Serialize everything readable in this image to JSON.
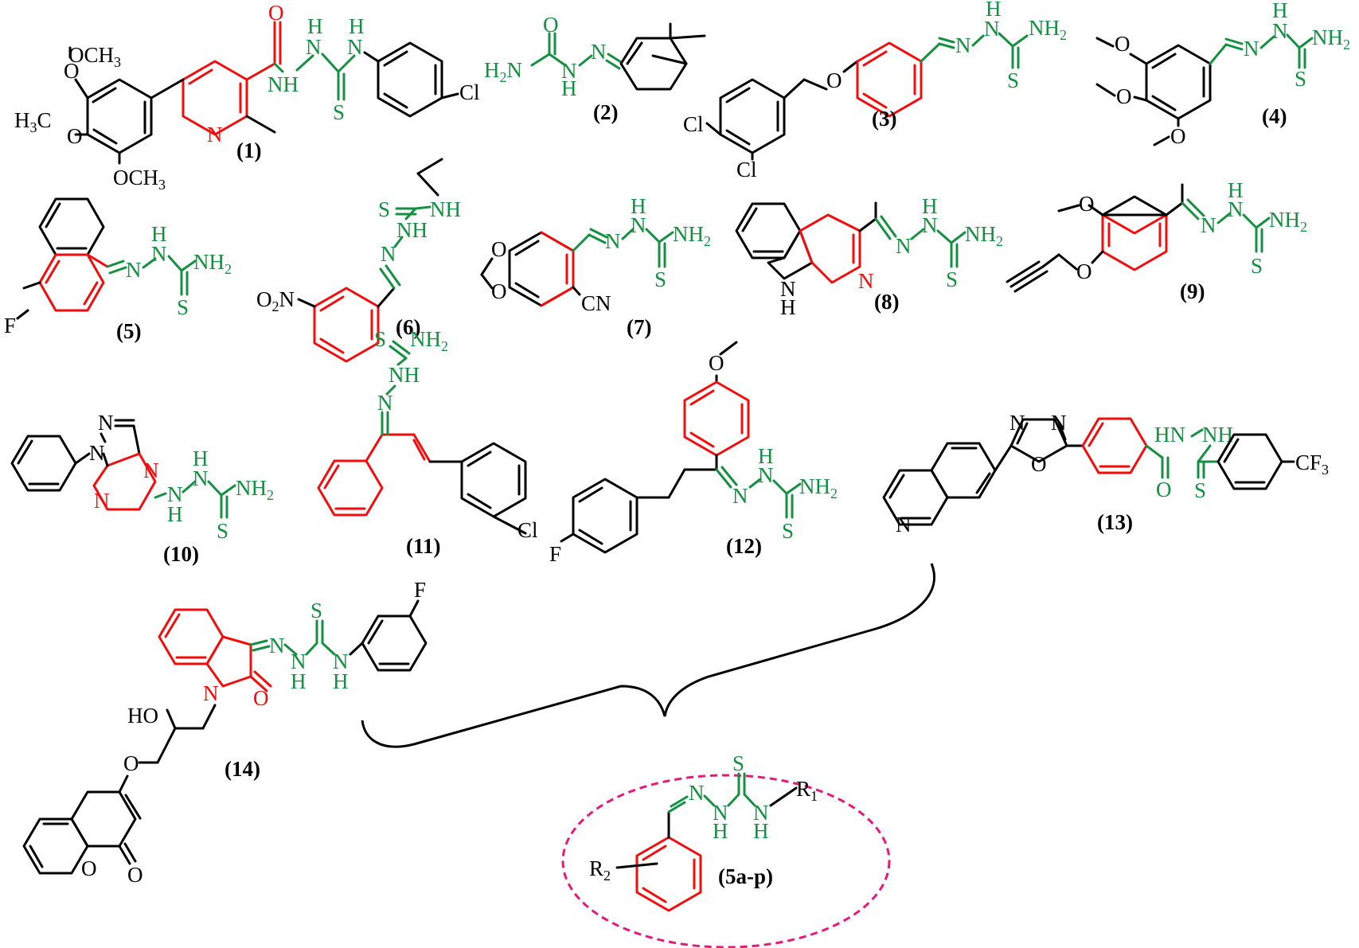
{
  "colors": {
    "ink": "#000000",
    "core": "#f40b0b",
    "linker": "#139040",
    "highlight": "#e8187a"
  },
  "labels": {
    "c1": "(1)",
    "c2": "(2)",
    "c3": "(3)",
    "c4": "(4)",
    "c5": "(5)",
    "c6": "(6)",
    "c7": "(7)",
    "c8": "(8)",
    "c9": "(9)",
    "c10": "(10)",
    "c11": "(11)",
    "c12": "(12)",
    "c13": "(13)",
    "c14": "(14)",
    "target": "(5a-p)"
  },
  "atoms": {
    "och3": "OCH",
    "h3c": "H",
    "co": "C",
    "o": "O",
    "s": "S",
    "n": "N",
    "h": "H",
    "nh": "NH",
    "hn": "HN",
    "nh2": "NH",
    "h2n": "H",
    "cl": "Cl",
    "f": "F",
    "cn": "CN",
    "o2n": "O",
    "ho": "HO",
    "cf3": "CF",
    "r1": "R",
    "r2": "R",
    "three": "3",
    "two": "2",
    "one": "1"
  }
}
